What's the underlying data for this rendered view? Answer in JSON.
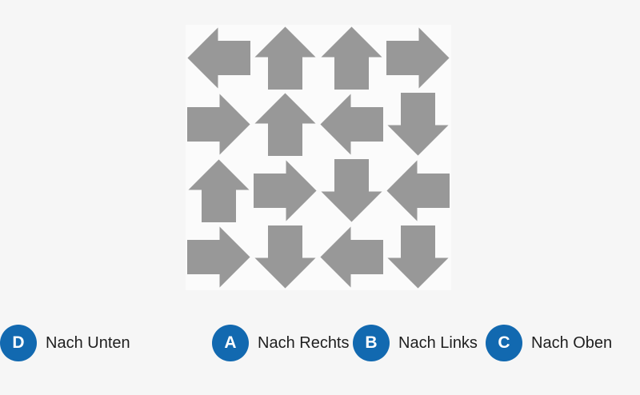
{
  "colors": {
    "background": "#f6f6f6",
    "grid_panel": "#fbfbfb",
    "arrow_fill": "#989898",
    "arrow_seam": "#fbfbfb",
    "option_circle": "#1269b0",
    "option_text": "#1f1f1f",
    "badge_text": "#ffffff"
  },
  "grid": {
    "rows": 4,
    "cols": 4,
    "arrows": [
      "left",
      "up",
      "up",
      "right",
      "right",
      "up",
      "left",
      "down",
      "up",
      "right",
      "down",
      "left",
      "right",
      "down",
      "left",
      "down"
    ]
  },
  "options": [
    {
      "letter": "A",
      "label": "Nach Rechts"
    },
    {
      "letter": "B",
      "label": "Nach Links"
    },
    {
      "letter": "C",
      "label": "Nach Oben"
    },
    {
      "letter": "D",
      "label": "Nach Unten"
    }
  ]
}
